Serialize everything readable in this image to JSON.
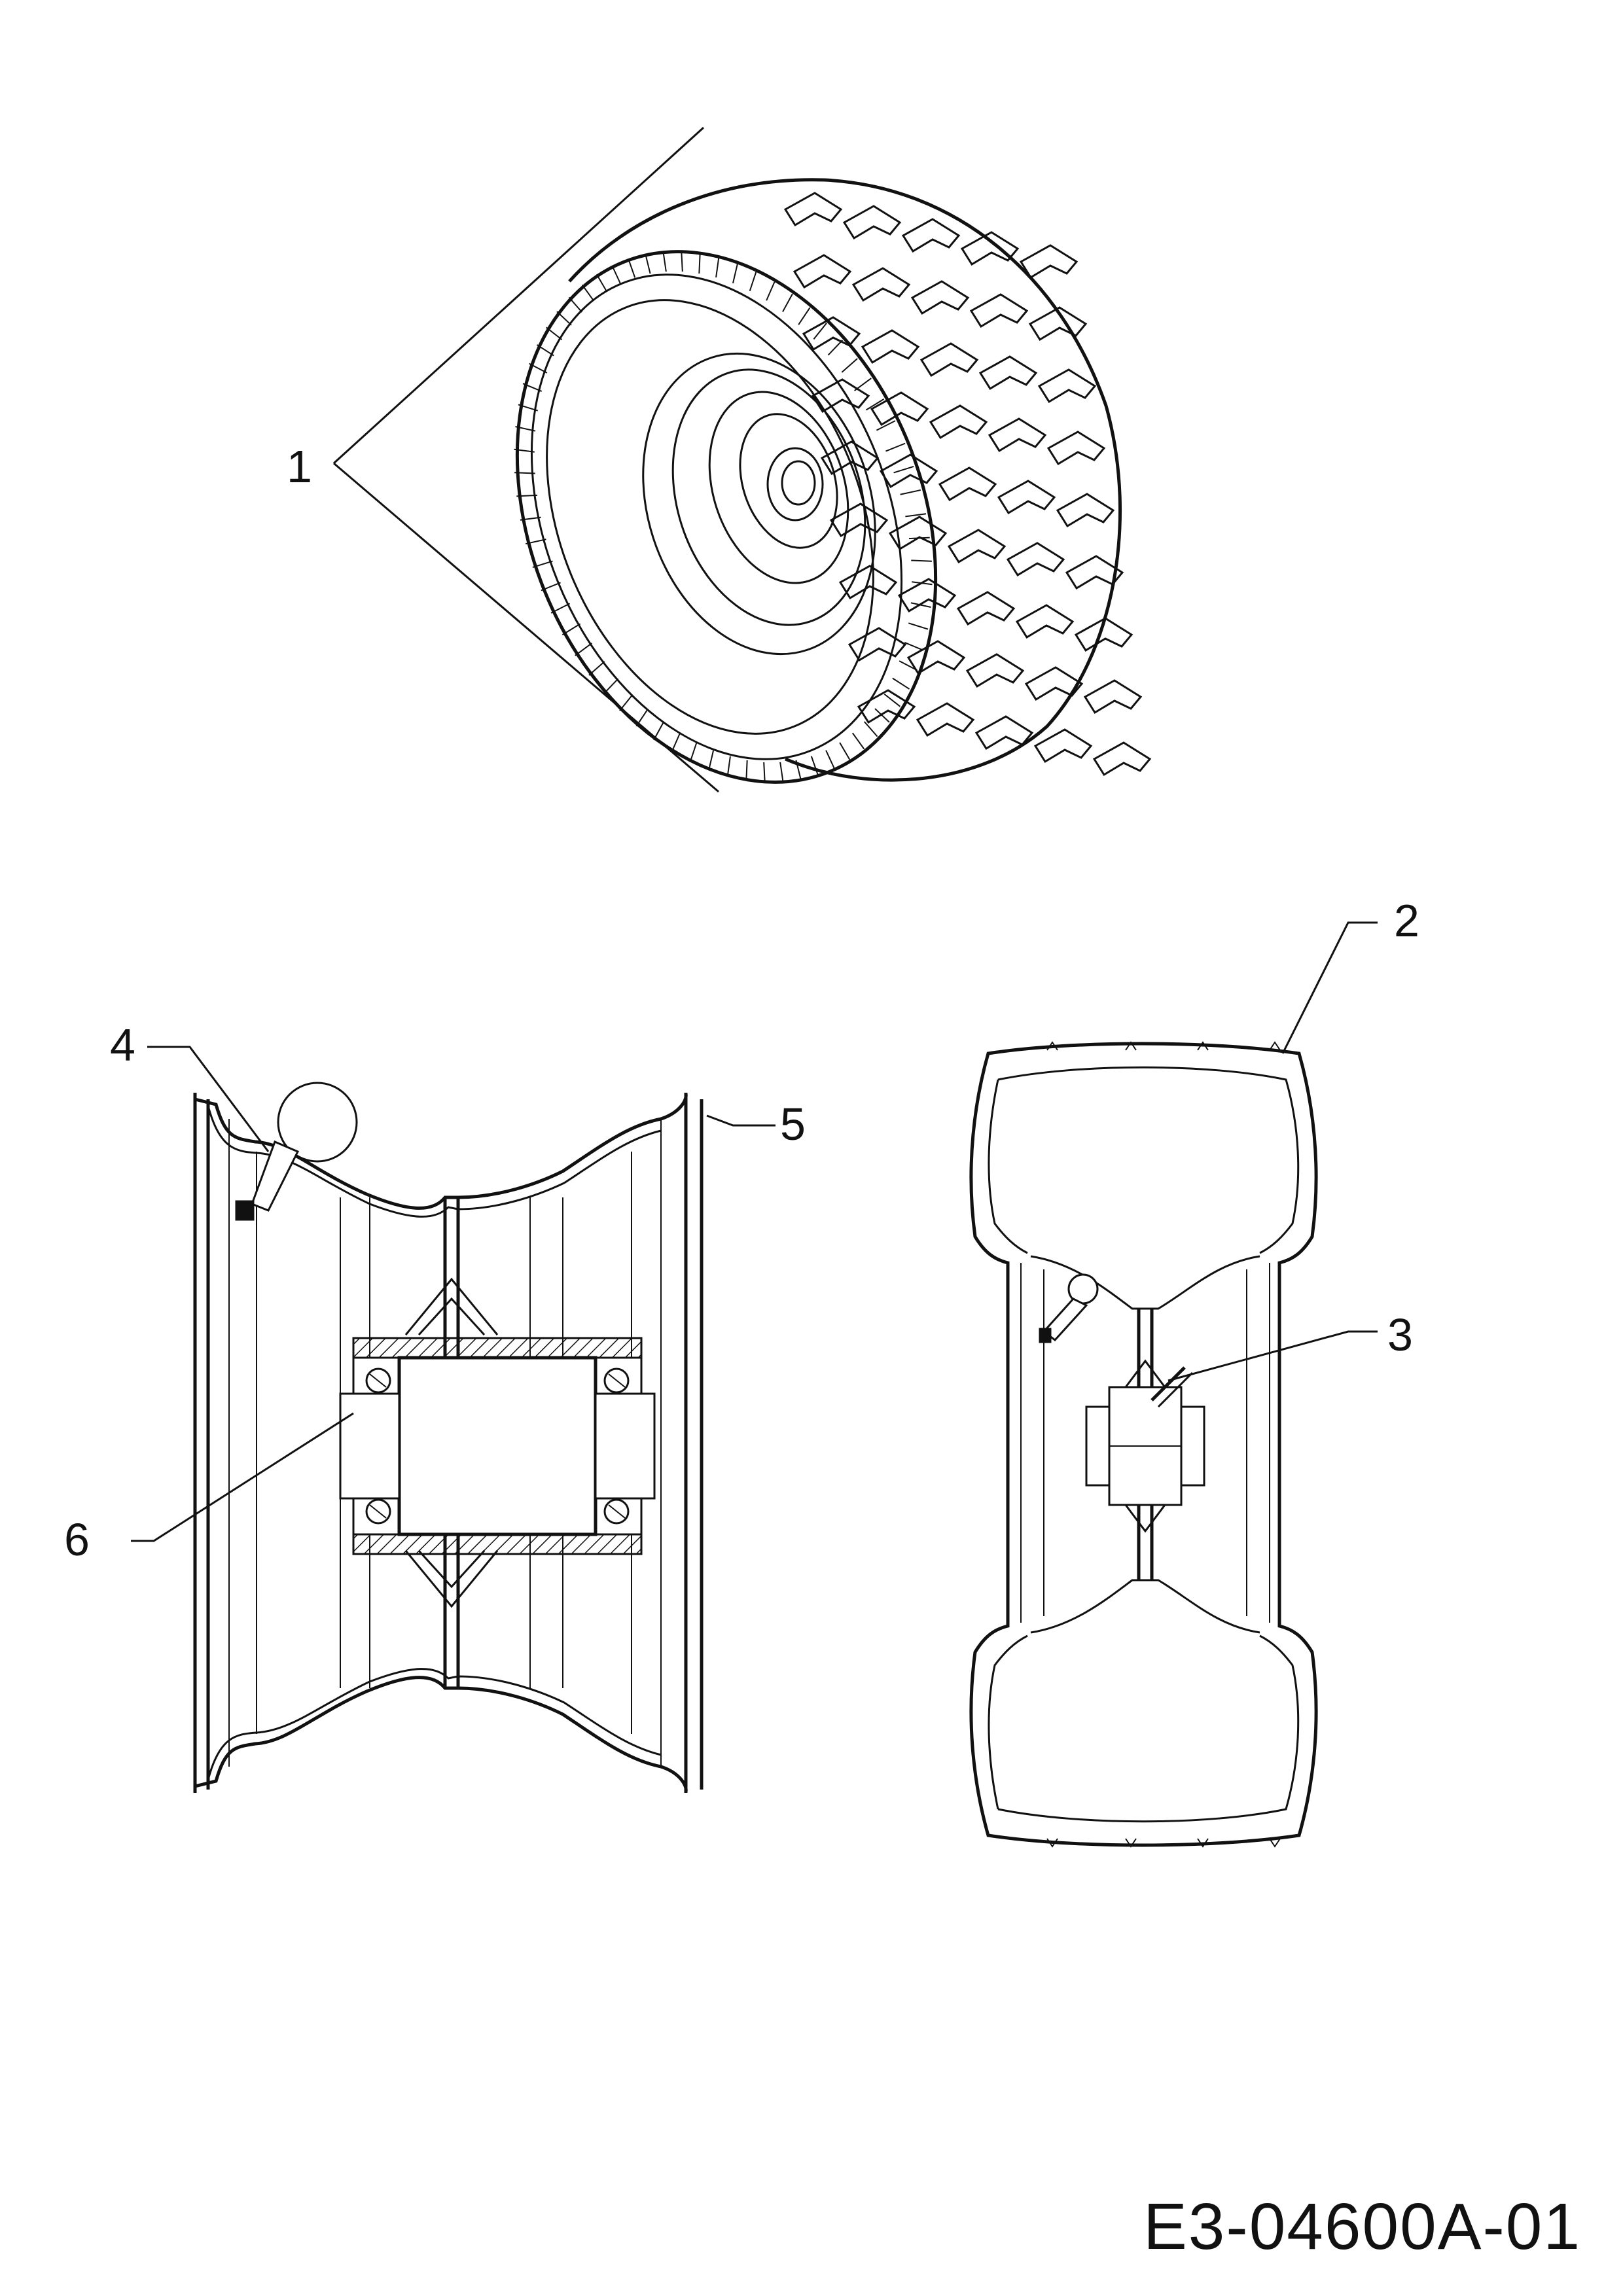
{
  "callouts": {
    "c1": "1",
    "c2": "2",
    "c3": "3",
    "c4": "4",
    "c5": "5",
    "c6": "6"
  },
  "document_code": "E3-04600A-01",
  "line_color": "#111111",
  "background_color": "#ffffff"
}
